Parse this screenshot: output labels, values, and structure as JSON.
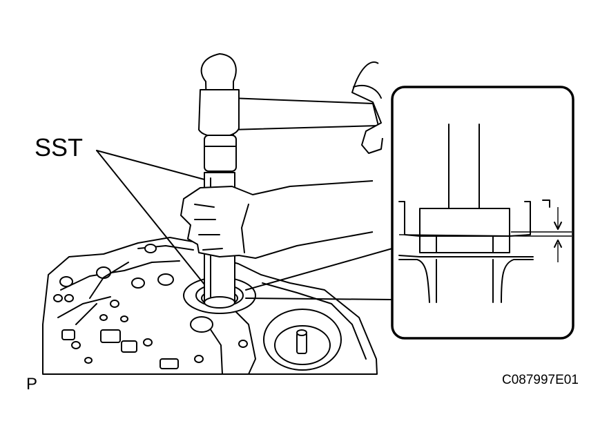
{
  "labels": {
    "tool": "SST",
    "corner_mark": "P",
    "figure_id": "C087997E01"
  },
  "colors": {
    "line": "#000000",
    "background": "#ffffff"
  }
}
